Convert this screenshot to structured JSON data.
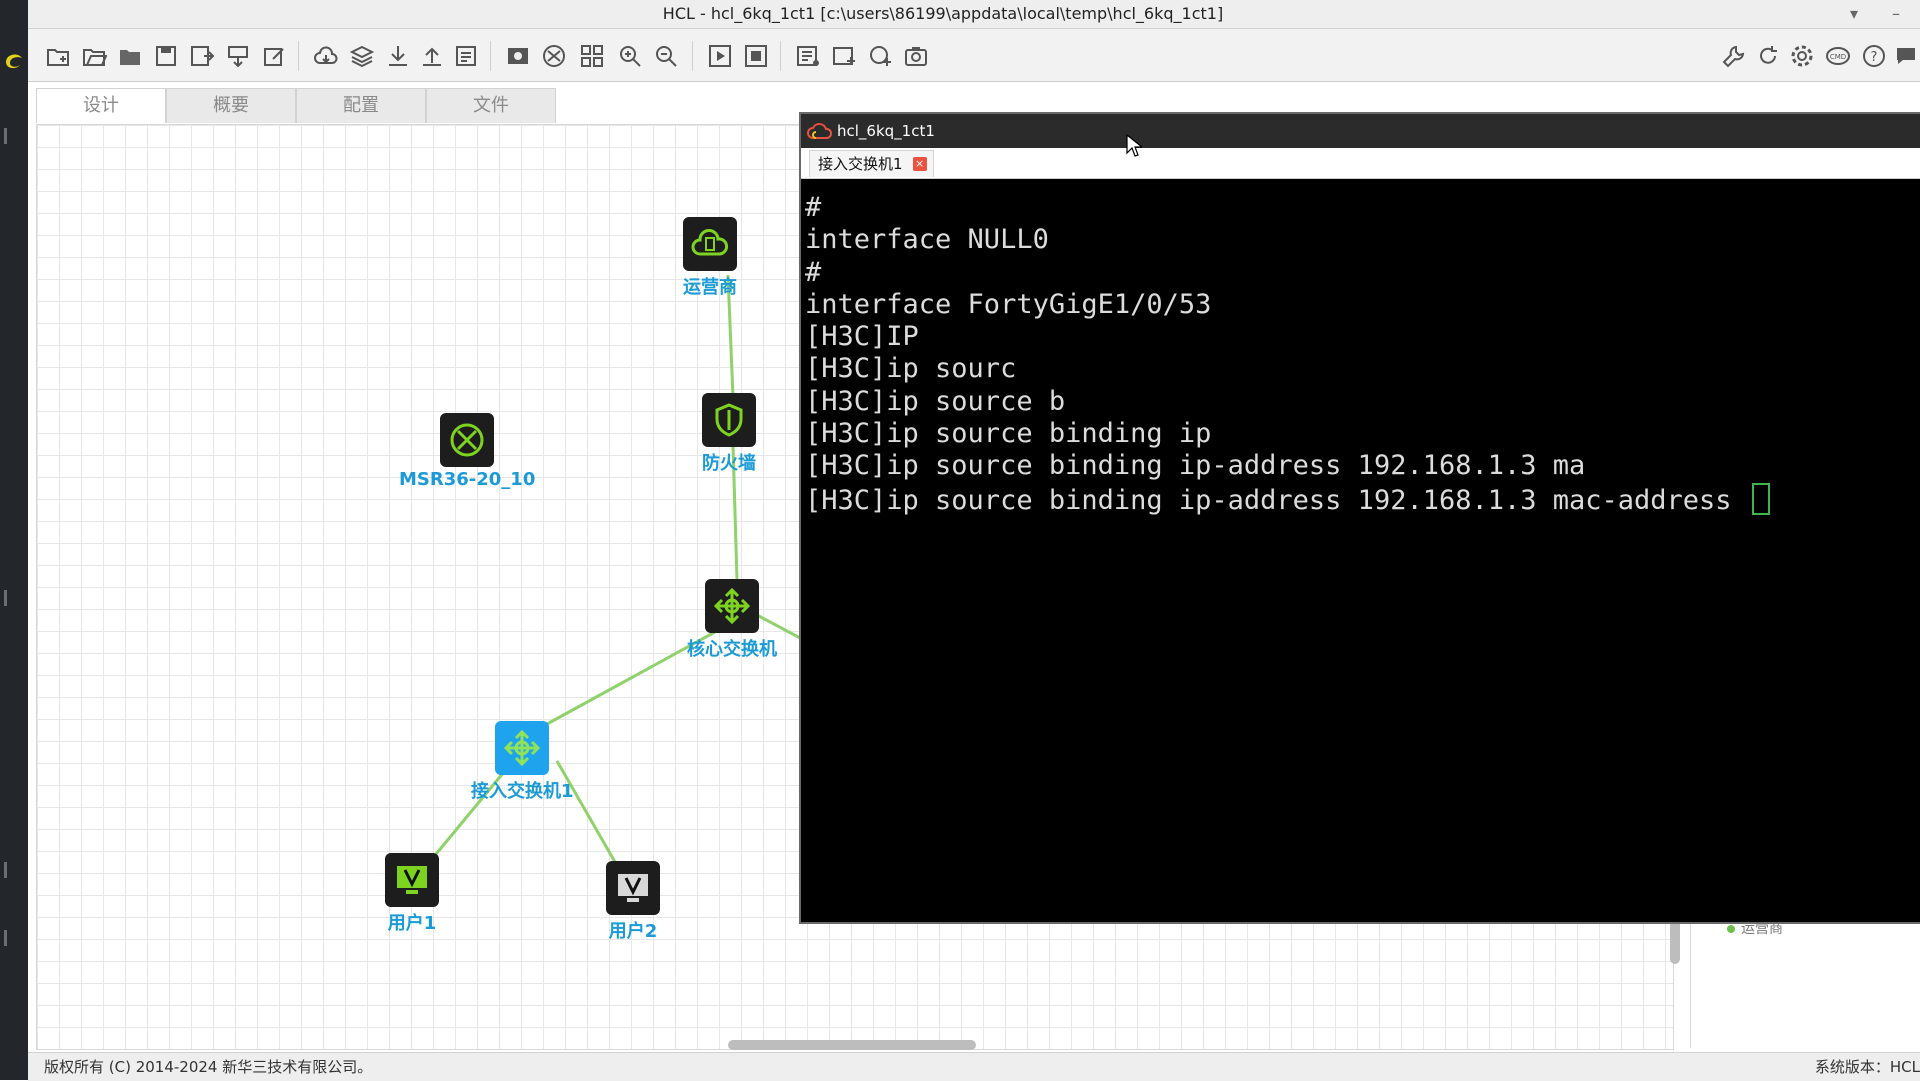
{
  "window": {
    "title": "HCL - hcl_6kq_1ct1 [c:\\users\\86199\\appdata\\local\\temp\\hcl_6kq_1ct1]",
    "menu_arrow": "▾",
    "minimize": "–"
  },
  "toolbar": {
    "left_icons": [
      "new-project-icon",
      "open-project-icon",
      "open-folder-icon",
      "save-icon",
      "save-as-icon",
      "import-icon",
      "edit-icon",
      "cloud-icon",
      "layers-icon",
      "download-icon",
      "upload-icon",
      "notes-icon",
      "screenshot-icon",
      "topology-icon",
      "grid-icon",
      "zoom-in-icon",
      "zoom-out-icon",
      "start-all-icon",
      "stop-all-icon",
      "device-list-icon",
      "add-window-icon",
      "add-shape-icon",
      "camera-icon"
    ],
    "right_icons": [
      "wrench-icon",
      "refresh-icon",
      "gear-icon",
      "cmd-icon",
      "help-icon",
      "chat-icon"
    ]
  },
  "tabs": [
    "设计",
    "概要",
    "配置",
    "文件"
  ],
  "topology": {
    "devices": {
      "isp": "运营商",
      "firewall": "防火墙",
      "router": "MSR36-20_10",
      "core_switch": "核心交换机",
      "access_switch": "接入交换机1",
      "user1": "用户1",
      "user2": "用户2"
    }
  },
  "terminal": {
    "title": "hcl_6kq_1ct1",
    "tab_label": "接入交换机1",
    "tab_close": "×",
    "lines": [
      "#",
      "interface NULL0",
      "#",
      "interface FortyGigE1/0/53",
      "[H3C]IP",
      "[H3C]ip sourc",
      "[H3C]ip source b",
      "[H3C]ip source binding ip",
      "[H3C]ip source binding ip-address 192.168.1.3 ma",
      "[H3C]ip source binding ip-address 192.168.1.3 mac-address "
    ]
  },
  "right_panel": {
    "tree_item": "运营商"
  },
  "statusbar": {
    "copyright": "版权所有 (C) 2014-2024 新华三技术有限公司。",
    "version": "系统版本：HCL"
  },
  "colors": {
    "device_label": "#1b9ad6",
    "link": "#8fd16a",
    "terminal_bg": "#000000",
    "terminal_text": "#dcdcdc",
    "cursor": "#3fb54b"
  }
}
